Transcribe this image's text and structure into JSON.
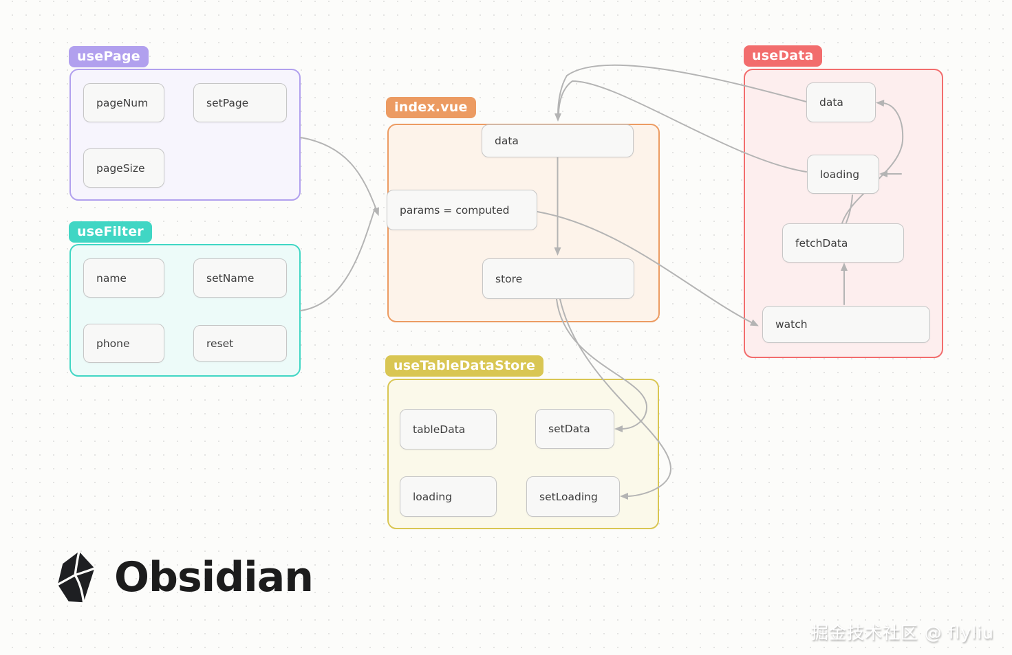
{
  "canvas": {
    "background": "#fcfcfa",
    "edge_color": "#b4b4b4",
    "node_style": {
      "fill": "#f8f8f7",
      "border": "#c6c6c6",
      "text_color": "#3e3e3e"
    },
    "groups": [
      {
        "label": "usePage",
        "accent": "#b1a0ee",
        "fill": "#f7f5fd",
        "nodes": [
          {
            "label": "pageNum"
          },
          {
            "label": "setPage"
          },
          {
            "label": "pageSize"
          }
        ]
      },
      {
        "label": "useFilter",
        "accent": "#40d6c4",
        "fill": "#edfbf9",
        "nodes": [
          {
            "label": "name"
          },
          {
            "label": "setName"
          },
          {
            "label": "phone"
          },
          {
            "label": "reset"
          }
        ]
      },
      {
        "label": "index.vue",
        "accent": "#ec9b62",
        "fill": "#fdf3ea",
        "nodes": [
          {
            "label": "data"
          },
          {
            "label": "params = computed"
          },
          {
            "label": "store"
          }
        ]
      },
      {
        "label": "useTableDataStore",
        "accent": "#d9c653",
        "fill": "#fbf9ea",
        "nodes": [
          {
            "label": "tableData"
          },
          {
            "label": "setData"
          },
          {
            "label": "loading"
          },
          {
            "label": "setLoading"
          }
        ]
      },
      {
        "label": "useData",
        "accent": "#f26d6d",
        "fill": "#fdeeee",
        "nodes": [
          {
            "label": "data"
          },
          {
            "label": "loading"
          },
          {
            "label": "fetchData"
          },
          {
            "label": "watch"
          }
        ]
      }
    ],
    "edges": [
      {
        "from": "usePage",
        "to": "index.vue / params = computed"
      },
      {
        "from": "useFilter",
        "to": "index.vue / params = computed"
      },
      {
        "from": "index.vue / data",
        "to": "index.vue / store"
      },
      {
        "from": "index.vue / params = computed",
        "to": "useData / watch"
      },
      {
        "from": "index.vue / store",
        "to": "useTableDataStore / setData"
      },
      {
        "from": "index.vue / store",
        "to": "useTableDataStore / setLoading"
      },
      {
        "from": "useData / data",
        "to": "index.vue / data"
      },
      {
        "from": "useData / loading",
        "to": "index.vue / data"
      },
      {
        "from": "useData / fetchData",
        "to": "useData / data"
      },
      {
        "from": "useData / fetchData",
        "to": "useData / loading"
      },
      {
        "from": "useData / watch",
        "to": "useData / fetchData"
      }
    ]
  },
  "footer": {
    "brand": "Obsidian",
    "watermark": "掘金技术社区 @ flyliu"
  }
}
